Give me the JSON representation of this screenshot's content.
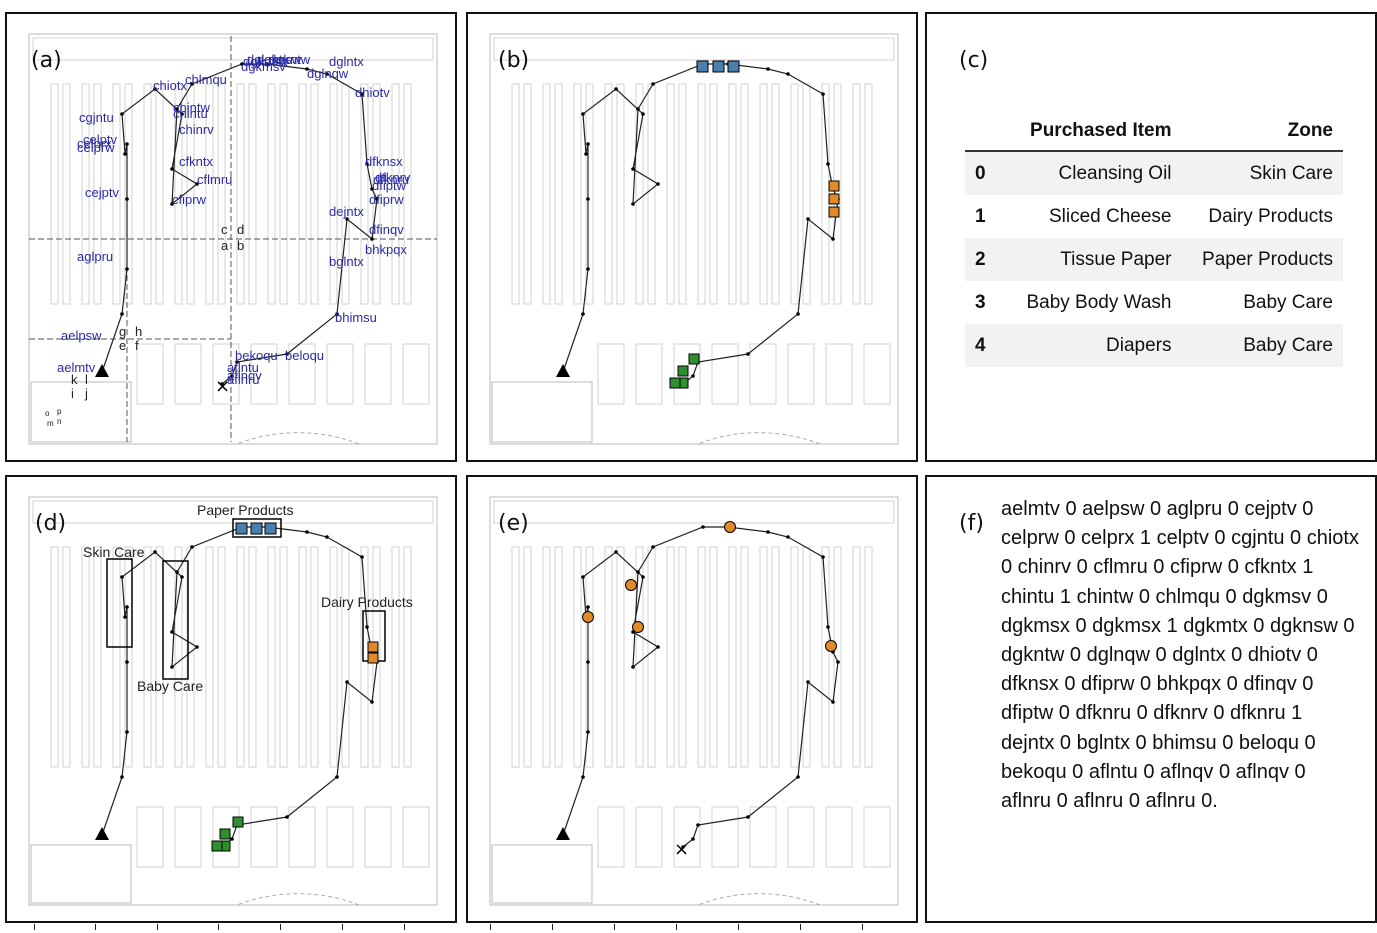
{
  "panels": {
    "a": {
      "label": "(a)"
    },
    "b": {
      "label": "(b)"
    },
    "c": {
      "label": "(c)"
    },
    "d": {
      "label": "(d)"
    },
    "e": {
      "label": "(e)"
    },
    "f": {
      "label": "(f)"
    }
  },
  "colors": {
    "node_text": "#2a2aa8",
    "paper_blue": "#4a7fb0",
    "dairy_orange": "#e08a2a",
    "skin_green": "#2f8f2f",
    "path": "#222222"
  },
  "map_a": {
    "node_labels": [
      "aelmtv",
      "aelpsw",
      "aglpru",
      "cejptv",
      "celprw",
      "celprx",
      "celptv",
      "cgjntu",
      "chiotx",
      "chinrv",
      "cflmru",
      "cfiprw",
      "cfkntx",
      "chintu",
      "chintw",
      "chlmqu",
      "dgkmsv",
      "dgkmsx",
      "dgkmtx",
      "dgknsw",
      "dgkntw",
      "dglnqw",
      "dglntx",
      "dhiotv",
      "dfknsx",
      "dfiprw",
      "bhkpqx",
      "dfinqv",
      "dfiptw",
      "dfknru",
      "dfknrv",
      "dejntx",
      "bglntx",
      "bhimsu",
      "beloqu",
      "bekoqu",
      "aflntu",
      "aflnqv",
      "aflnru"
    ],
    "zone_letters": [
      "c",
      "d",
      "a",
      "b",
      "g",
      "h",
      "e",
      "f",
      "k",
      "l",
      "i",
      "j",
      "o",
      "m",
      "p",
      "n"
    ]
  },
  "zones_d": {
    "paper": "Paper Products",
    "skin": "Skin Care",
    "baby": "Baby Care",
    "dairy": "Dairy Products"
  },
  "table": {
    "headers": [
      "",
      "Purchased Item",
      "Zone"
    ],
    "rows": [
      {
        "idx": "0",
        "item": "Cleansing Oil",
        "zone": "Skin Care"
      },
      {
        "idx": "1",
        "item": "Sliced Cheese",
        "zone": "Dairy Products"
      },
      {
        "idx": "2",
        "item": "Tissue Paper",
        "zone": "Paper Products"
      },
      {
        "idx": "3",
        "item": "Baby Body Wash",
        "zone": "Baby Care"
      },
      {
        "idx": "4",
        "item": "Diapers",
        "zone": "Baby Care"
      }
    ]
  },
  "sequence_text": "aelmtv 0 aelpsw 0 aglpru 0 cejptv 0 celprw 0 celprx 1 celptv 0 cgjntu 0 chiotx 0 chinrv 0 cflmru 0 cfiprw 0 cfkntx 1 chintu 1 chintw 0 chlmqu 0 dgkmsv 0 dgkmsx 0 dgkmsx 1 dgkmtx 0 dgknsw 0 dgkntw 0 dglnqw 0 dglntx 0 dhiotv 0 dfknsx 0 dfiprw 0 bhkpqx 0 dfinqv 0 dfiptw 0 dfknru 0 dfknrv 0 dfknru 1 dejntx 0 bglntx 0 bhimsu 0 beloqu 0 bekoqu 0 aflntu 0 aflnqv 0 aflnqv 0 aflnru 0 aflnru 0 aflnru 0."
}
